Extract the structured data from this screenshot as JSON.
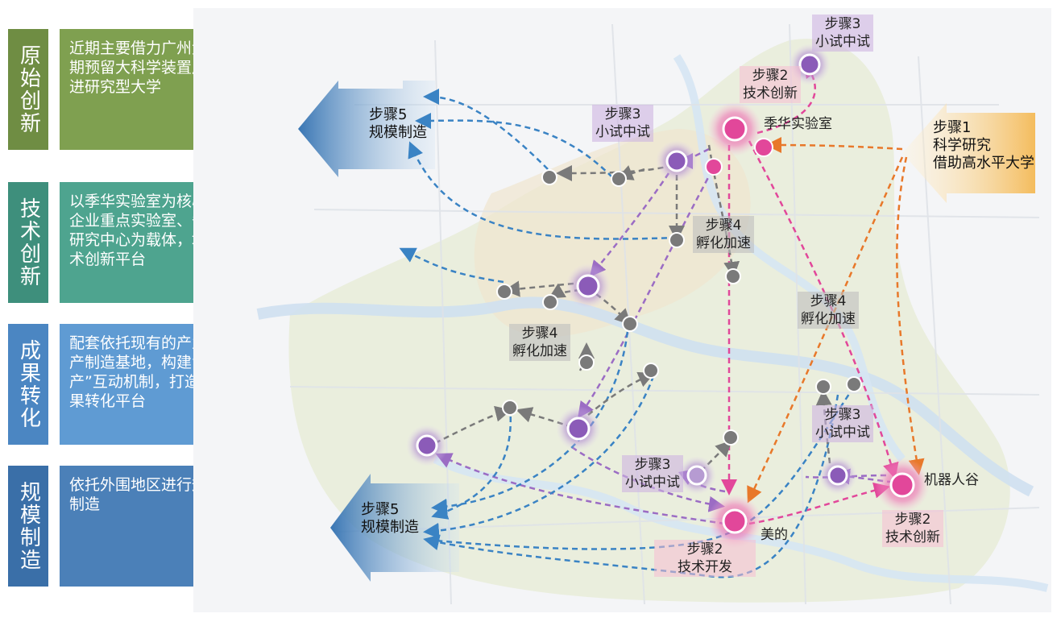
{
  "stages": [
    {
      "title": "原始创新",
      "desc": "近期主要借力广州大学城，远期预留大科学装置用地或者引进研究型大学",
      "color": "#6f8d43",
      "desc_color": "#7fa050"
    },
    {
      "title": "技术创新",
      "desc": "以季华实验室为核心，以省级企业重点实验室、省工程技术研究中心为载体，培育一批技术创新平台",
      "color": "#3e8f7c",
      "desc_color": "#4ea48f"
    },
    {
      "title": "成果转化",
      "desc": "配套依托现有的产业园区和生产制造基地，构建“研发—生产”互动机制，打造一批科技成果转化平台",
      "color": "#4b86c2",
      "desc_color": "#5f9bd3"
    },
    {
      "title": "规模制造",
      "desc": "依托外围地区进行规模化生产制造",
      "color": "#3a6fa8",
      "desc_color": "#4b80b8"
    }
  ],
  "labels": {
    "step3_top": "步骤3\n小试中试",
    "step2_top": "步骤2\n技术创新",
    "jihua": "季华实验室",
    "step3_mid": "步骤3\n小试中试",
    "step1": "步骤1\n科学研究\n借助高水平大学",
    "step5_top": "步骤5\n规模制造",
    "step4_a": "步骤4\n孵化加速",
    "step4_b": "步骤4\n孵化加速",
    "step4_c": "步骤4\n孵化加速",
    "step3_right": "步骤3\n小试中试",
    "step3_bottom": "步骤3\n小试中试",
    "robot": "机器人谷",
    "step2_right": "步骤2\n技术创新",
    "step5_bottom": "步骤5\n规模制造",
    "meidi": "美的",
    "step2_bottom": "步骤2\n技术开发"
  },
  "colors": {
    "orange": "#e8782a",
    "pink": "#e2479a",
    "purple": "#9b6cc4",
    "blue": "#3a83c4",
    "gray": "#7a7a7a"
  }
}
